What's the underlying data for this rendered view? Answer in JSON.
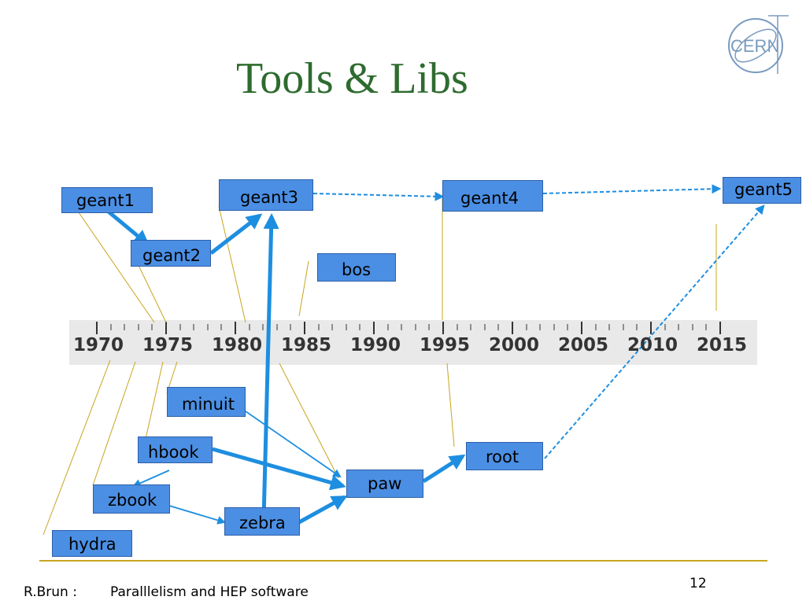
{
  "slide": {
    "title": "Tools & Libs",
    "logo_text": "CERN",
    "timeline_years": [
      "1970",
      "1975",
      "1980",
      "1985",
      "1990",
      "1995",
      "2000",
      "2005",
      "2010",
      "2015"
    ],
    "nodes": {
      "geant1": "geant1",
      "geant2": "geant2",
      "geant3": "geant3",
      "geant4": "geant4",
      "geant5": "geant5",
      "bos": "bos",
      "minuit": "minuit",
      "hbook": "hbook",
      "root": "root",
      "paw": "paw",
      "zbook": "zbook",
      "zebra": "zebra",
      "hydra": "hydra"
    },
    "footer": {
      "author": "R.Brun :",
      "talk": "Paralllelism and HEP software",
      "page_number": "12"
    }
  },
  "colors": {
    "title": "#2e6b2e",
    "box_fill": "#4a8fe3",
    "arrow": "#1e8fe0",
    "leader_line": "#c8a51f",
    "rule": "#c8a51f"
  }
}
